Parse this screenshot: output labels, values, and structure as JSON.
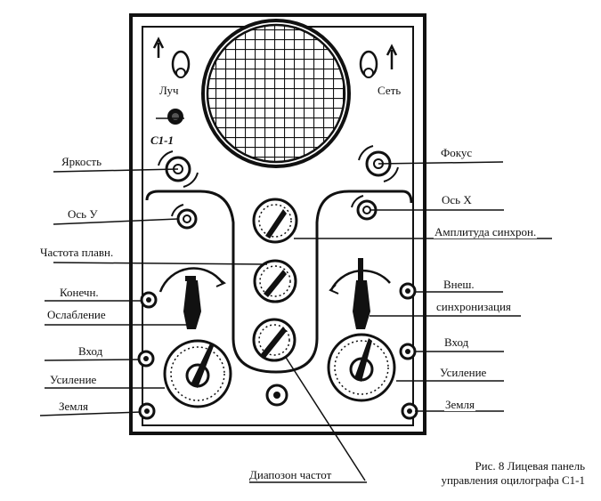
{
  "panel": {
    "model_mark": "С1-1",
    "switch_left_label": "Луч",
    "switch_right_label": "Сеть"
  },
  "labels": {
    "brightness": "Яркость",
    "axis_y": "Ось У",
    "freq_fine": "Частота плавн.",
    "terminal": "Конечн.",
    "attenuation": "Ослабление",
    "input_left": "Вход",
    "gain_left": "Усиление",
    "ground_left": "Земля",
    "focus": "Фокус",
    "axis_x": "Ось X",
    "sync_amplitude": "Амплитуда синхрон.",
    "external": "Внеш.",
    "sync": "синхронизация",
    "input_right": "Вход",
    "gain_right": "Усиление",
    "ground_right": "Земля",
    "freq_range": "Диапозон частот"
  },
  "caption": {
    "line1": "Рис. 8 Лицевая панель",
    "line2": "управления оцилографа С1-1"
  }
}
